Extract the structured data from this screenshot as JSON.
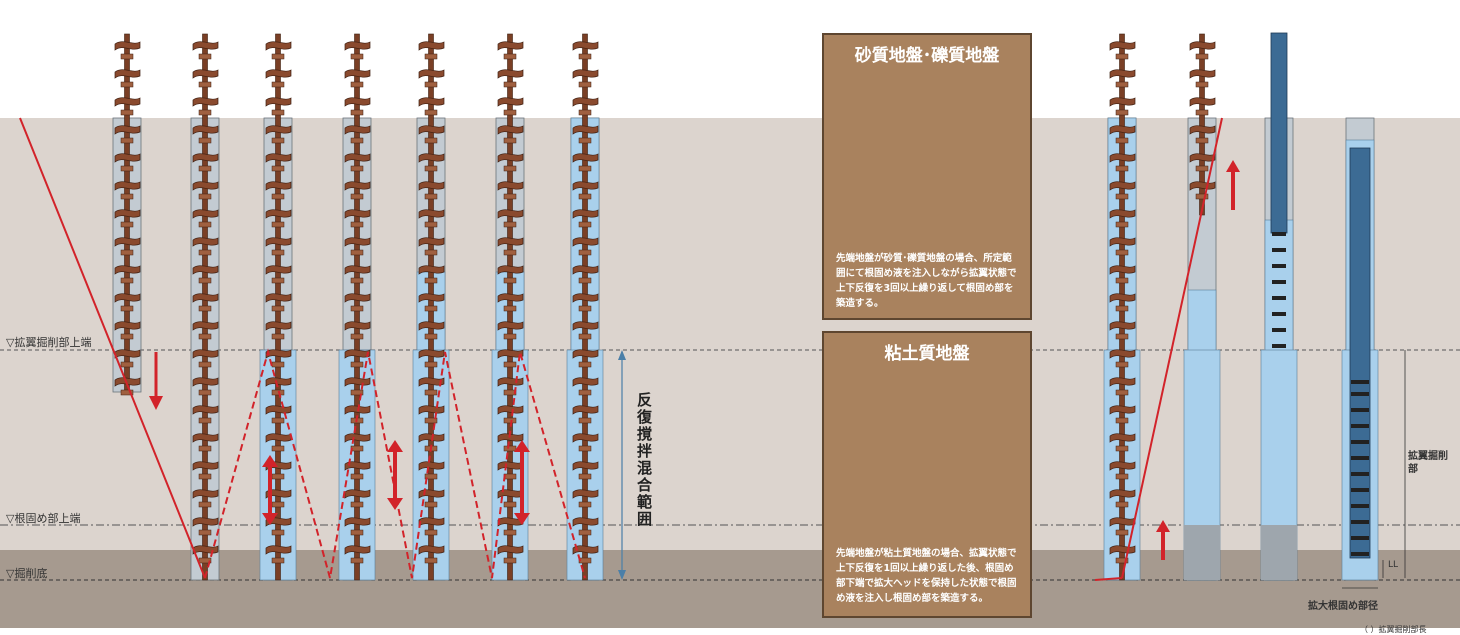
{
  "colors": {
    "sky": "#ffffff",
    "ground": "#d9d1cb",
    "bearing": "#a39487",
    "casing": "#a8b3bd",
    "grout": "#a9d0ec",
    "auger": "#8a4a2e",
    "line": "#d2232a",
    "panel": "#a9825e",
    "pile": "#3c6b94"
  },
  "levels": {
    "wing_top": "▽拡翼掘削部上端",
    "foot_top": "▽根固め部上端",
    "bottom": "▽掘削底"
  },
  "range_label": "反復撹拌混合範囲",
  "panels": [
    {
      "title": "砂質地盤･礫質地盤",
      "text": "先端地盤が砂質･礫質地盤の場合、所定範囲にて根固め液を注入しながら拡翼状態で上下反復を3回以上繰り返して根固め部を築造する。"
    },
    {
      "title": "粘土質地盤",
      "text": "先端地盤が粘土質地盤の場合、拡翼状態で上下反復を1回以上繰り返した後、根固め部下端で拡大ヘッドを保持した状態で根固め液を注入し根固め部を築造する。"
    }
  ],
  "dims": {
    "wing_part": "拡翼掘削部",
    "ll": "LL",
    "diameter": "拡大根固め部径",
    "footer_partial": "（ ）拡翼掘削部長"
  }
}
